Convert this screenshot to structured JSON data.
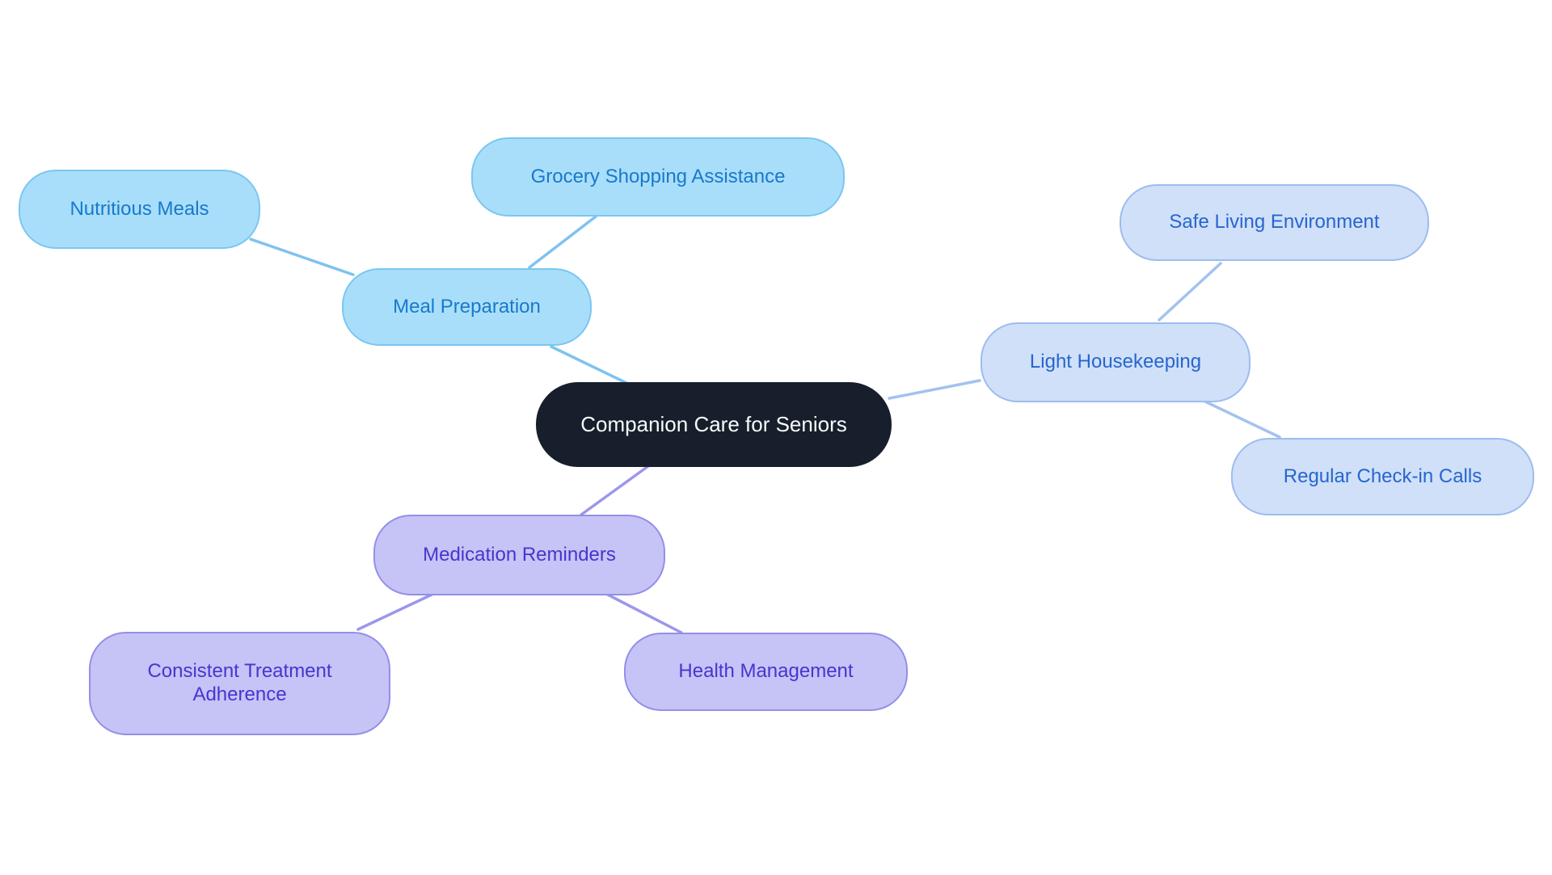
{
  "mindmap": {
    "root": {
      "label": "Companion Care for Seniors"
    },
    "branches": [
      {
        "label": "Meal Preparation",
        "children": [
          {
            "label": "Nutritious Meals"
          },
          {
            "label": "Grocery Shopping Assistance"
          }
        ]
      },
      {
        "label": "Light Housekeeping",
        "children": [
          {
            "label": "Safe Living Environment"
          },
          {
            "label": "Regular Check-in Calls"
          }
        ]
      },
      {
        "label": "Medication Reminders",
        "children": [
          {
            "label": "Consistent Treatment Adherence"
          },
          {
            "label": "Health Management"
          }
        ]
      }
    ]
  },
  "colors": {
    "background": "#ffffff",
    "blue": {
      "fill": "#a9defa",
      "border": "#7ac6f1",
      "text": "#1879cb",
      "edge": "#7fc2ef"
    },
    "periwinkle": {
      "fill": "#cfe0f8",
      "border": "#9dbcef",
      "text": "#2765d0",
      "edge": "#a3c2ef"
    },
    "purple": {
      "fill": "#c6c3f6",
      "border": "#938fe7",
      "text": "#4337ce",
      "edge": "#9b97eb"
    },
    "central": {
      "fill": "#161f2b",
      "text": "#f8fafc"
    }
  }
}
